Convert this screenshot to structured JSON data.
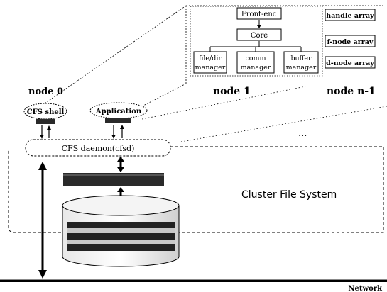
{
  "colors": {
    "ink": "#000000",
    "dark_block": "#2a2a2a",
    "stripe_dark": "#222222",
    "stripe_light": "#c8c8c8",
    "paper": "#ffffff"
  },
  "zoom": {
    "front_end": "Front-end",
    "core": "Core",
    "managers": [
      {
        "line1": "file/dir",
        "line2": "manager"
      },
      {
        "line1": "comm",
        "line2": "manager"
      },
      {
        "line1": "buffer",
        "line2": "manager"
      }
    ],
    "arrays": [
      "handle array",
      "f-node array",
      "d-node array"
    ]
  },
  "nodes": {
    "node0": "node 0",
    "node1": "node 1",
    "noden": "node n-1",
    "ellipsis": "..."
  },
  "clients": {
    "shell": "CFS shell",
    "app": "Application"
  },
  "daemon": "CFS daemon(cfsd)",
  "cluster_label": "Cluster File System",
  "network_label": "Network"
}
